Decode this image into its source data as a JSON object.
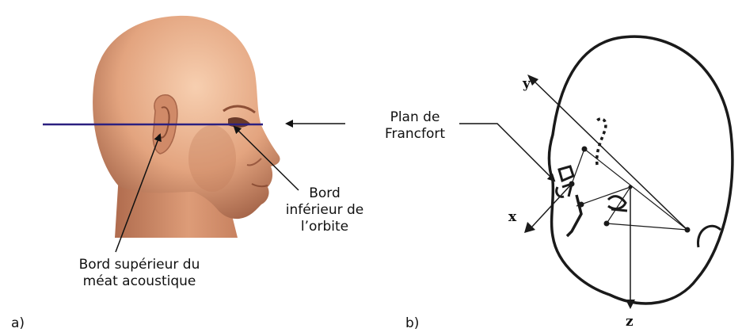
{
  "panel_a": {
    "label": "a)",
    "orbit_caption": [
      "Bord",
      "inférieur de",
      "l’orbite"
    ],
    "meatus_caption": [
      "Bord supérieur du",
      "méat acoustique"
    ]
  },
  "center": {
    "plane_caption": [
      "Plan de",
      "Francfort"
    ]
  },
  "panel_b": {
    "label": "b)",
    "axes": {
      "x": "x",
      "y": "y",
      "z": "z"
    }
  },
  "colors": {
    "frankfort_line": "#2b2080",
    "skin_light": "#f0b895",
    "skin_dark": "#a8664a",
    "ink": "#1a1a1a"
  }
}
